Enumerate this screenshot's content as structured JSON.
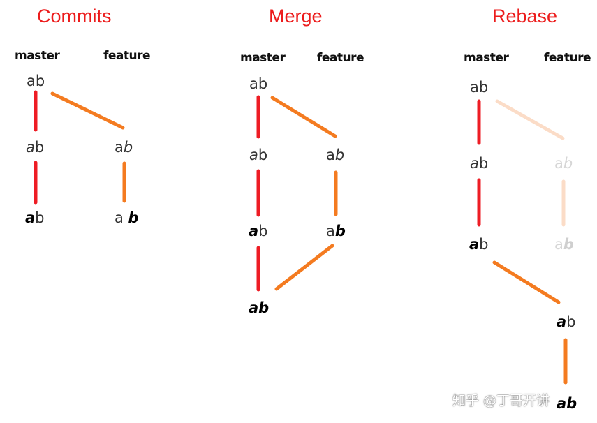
{
  "colors": {
    "title": "#ec1c1c",
    "master_line": "#ee1c24",
    "feature_line": "#f47b20",
    "faded_line": "#fbdcc7",
    "text": "#333333",
    "faded_text": "#d6d6d6"
  },
  "sections": [
    {
      "id": "commits",
      "title": "Commits",
      "labels": {
        "master": "master",
        "feature": "feature"
      },
      "nodes": [
        {
          "id": "c1",
          "pre": "",
          "emph": "",
          "mid": "ab",
          "bold": "",
          "post": ""
        },
        {
          "id": "c2",
          "pre": "",
          "emph": "a",
          "mid": "b",
          "bold": "",
          "post": ""
        },
        {
          "id": "c3",
          "pre": "a",
          "emph": "b",
          "mid": "",
          "bold": "",
          "post": ""
        },
        {
          "id": "c4",
          "pre": "",
          "emph": "",
          "mid": "",
          "bold": "a",
          "post": "b"
        },
        {
          "id": "c5",
          "pre": "a ",
          "emph": "",
          "mid": "",
          "bold": "b",
          "post": ""
        }
      ]
    },
    {
      "id": "merge",
      "title": "Merge",
      "labels": {
        "master": "master",
        "feature": "feature"
      },
      "nodes": [
        {
          "id": "m1",
          "pre": "",
          "emph": "",
          "mid": "ab",
          "bold": "",
          "post": ""
        },
        {
          "id": "m2",
          "pre": "",
          "emph": "a",
          "mid": "b",
          "bold": "",
          "post": ""
        },
        {
          "id": "m3",
          "pre": "a",
          "emph": "b",
          "mid": "",
          "bold": "",
          "post": ""
        },
        {
          "id": "m4",
          "pre": "",
          "emph": "",
          "mid": "",
          "bold": "a",
          "post": "b"
        },
        {
          "id": "m5",
          "pre": "a",
          "emph": "",
          "mid": "",
          "bold": "b",
          "post": ""
        },
        {
          "id": "m6",
          "pre": "",
          "emph": "",
          "mid": "",
          "bold": "ab",
          "post": ""
        }
      ]
    },
    {
      "id": "rebase",
      "title": "Rebase",
      "labels": {
        "master": "master",
        "feature": "feature"
      },
      "nodes": [
        {
          "id": "r1",
          "pre": "",
          "emph": "",
          "mid": "ab",
          "bold": "",
          "post": ""
        },
        {
          "id": "r2",
          "pre": "",
          "emph": "a",
          "mid": "b",
          "bold": "",
          "post": ""
        },
        {
          "id": "r3",
          "pre": "a",
          "emph": "b",
          "mid": "",
          "bold": "",
          "post": ""
        },
        {
          "id": "r4",
          "pre": "",
          "emph": "",
          "mid": "",
          "bold": "a",
          "post": "b"
        },
        {
          "id": "r5",
          "pre": "a",
          "emph": "",
          "mid": "",
          "bold": "b",
          "post": ""
        },
        {
          "id": "r6",
          "pre": "",
          "emph": "",
          "mid": "",
          "bold": "a",
          "post": "b"
        },
        {
          "id": "r7",
          "pre": "",
          "emph": "",
          "mid": "",
          "bold": "ab",
          "post": ""
        }
      ]
    }
  ],
  "watermark": "知乎 @丁哥开讲"
}
